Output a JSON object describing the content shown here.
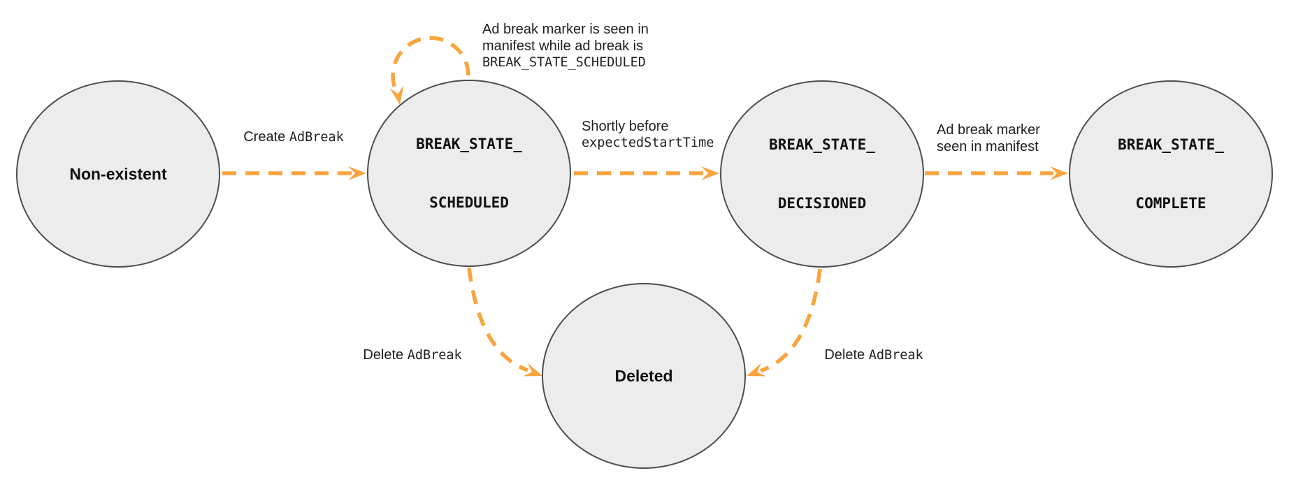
{
  "nodes": {
    "non_existent": {
      "label": "Non-existent"
    },
    "scheduled": {
      "line1": "BREAK_STATE_",
      "line2": "SCHEDULED"
    },
    "decisioned": {
      "line1": "BREAK_STATE_",
      "line2": "DECISIONED"
    },
    "complete": {
      "line1": "BREAK_STATE_",
      "line2": "COMPLETE"
    },
    "deleted": {
      "label": "Deleted"
    }
  },
  "edges": {
    "create": {
      "text": "Create ",
      "code": "AdBreak"
    },
    "self_loop": {
      "line1": "Ad break marker is seen in",
      "line2": "manifest while ad break is",
      "code_line": "BREAK_STATE_SCHEDULED"
    },
    "to_decisioned": {
      "text": "Shortly before",
      "code": "expectedStartTime"
    },
    "to_complete": {
      "line1": "Ad break marker",
      "line2": "seen in manifest"
    },
    "delete_from_scheduled": {
      "text": "Delete ",
      "code": "AdBreak"
    },
    "delete_from_decisioned": {
      "text": "Delete ",
      "code": "AdBreak"
    }
  },
  "colors": {
    "arrow_orange": "#F9A43E",
    "node_fill": "#ECECEC",
    "node_stroke": "#4D4D4D",
    "label_text": "#1F1F1F"
  }
}
